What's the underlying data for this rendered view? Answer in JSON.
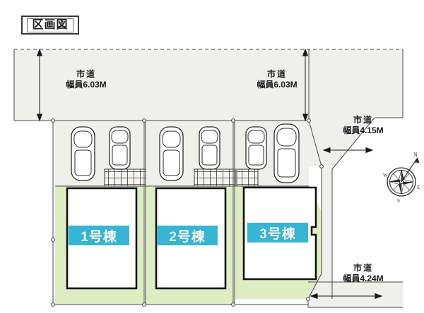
{
  "title": {
    "label": "区画図"
  },
  "colors": {
    "road_fill": "#efefeb",
    "lot_fill": "#dfeec2",
    "building_fill": "#ffffff",
    "tag_fill": "#36b6d4",
    "outline": "#2b2b2b",
    "thin_line": "#5a5a5a"
  },
  "roads": [
    {
      "id": "north-west",
      "name": "市道",
      "width_label": "幅員6.03M",
      "dimension_orientation": "vertical"
    },
    {
      "id": "north-east",
      "name": "市道",
      "width_label": "幅員6.03M",
      "dimension_orientation": "vertical"
    },
    {
      "id": "east",
      "name": "市道",
      "width_label": "幅員4.15M",
      "dimension_orientation": "horizontal"
    },
    {
      "id": "south-east",
      "name": "市道",
      "width_label": "幅員4.24M",
      "dimension_orientation": "horizontal"
    }
  ],
  "lots": [
    {
      "id": "lot-1",
      "tag": "1号棟",
      "parking_spaces": 2,
      "paved_area": true
    },
    {
      "id": "lot-2",
      "tag": "2号棟",
      "parking_spaces": 2,
      "paved_area": true
    },
    {
      "id": "lot-3",
      "tag": "3号棟",
      "parking_spaces": 2,
      "paved_area": true
    }
  ],
  "compass": {
    "north": "N",
    "south": "S",
    "east": "E",
    "west": "W"
  }
}
